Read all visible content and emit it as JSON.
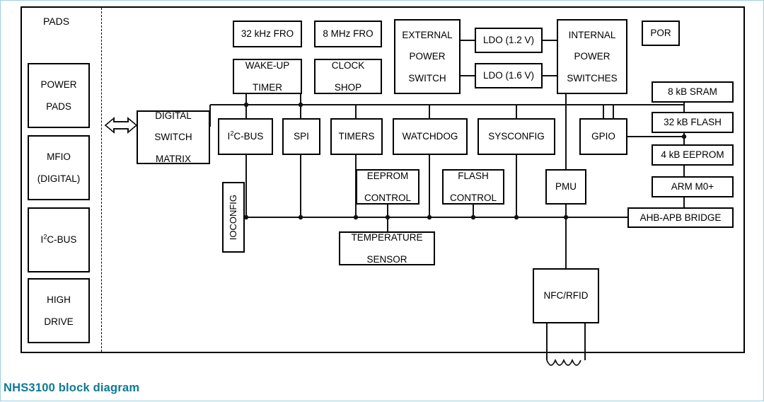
{
  "caption": "NHS3100 block diagram",
  "accent_color": "#0d7a96",
  "frame_color": "#000000",
  "page_border_color": "#9fd0dd",
  "sections": {
    "pads_label": "PADS"
  },
  "pads": [
    {
      "id": "power-pads",
      "lines": [
        "POWER",
        "PADS"
      ]
    },
    {
      "id": "mfio",
      "lines": [
        "MFIO",
        "(DIGITAL)"
      ]
    },
    {
      "id": "i2c-bus-pad",
      "lines": [
        "I²C-BUS"
      ],
      "html": "I<sup>2</sup>C-BUS"
    },
    {
      "id": "high-drive",
      "lines": [
        "HIGH",
        "DRIVE"
      ]
    }
  ],
  "core": {
    "digital_switch_matrix": {
      "lines": [
        "DIGITAL",
        "SWITCH",
        "MATRIX"
      ]
    },
    "clocks": [
      {
        "id": "fro-32khz",
        "label": "32 kHz FRO"
      },
      {
        "id": "fro-8mhz",
        "label": "8 MHz FRO"
      },
      {
        "id": "wakeup-timer",
        "lines": [
          "WAKE-UP",
          "TIMER"
        ]
      },
      {
        "id": "clock-shop",
        "lines": [
          "CLOCK",
          "SHOP"
        ]
      }
    ],
    "power": [
      {
        "id": "external-power-switch",
        "lines": [
          "EXTERNAL",
          "POWER",
          "SWITCH"
        ]
      },
      {
        "id": "ldo-1v2",
        "label": "LDO (1.2 V)"
      },
      {
        "id": "ldo-1v6",
        "label": "LDO (1.6 V)"
      },
      {
        "id": "internal-power-switches",
        "lines": [
          "INTERNAL",
          "POWER",
          "SWITCHES"
        ]
      },
      {
        "id": "por",
        "label": "POR"
      },
      {
        "id": "pmu",
        "label": "PMU"
      }
    ],
    "peripherals": [
      {
        "id": "i2c-bus",
        "label": "I2C-BUS",
        "html": "I<sup>2</sup>C-BUS"
      },
      {
        "id": "spi",
        "label": "SPI"
      },
      {
        "id": "timers",
        "label": "TIMERS"
      },
      {
        "id": "watchdog",
        "label": "WATCHDOG"
      },
      {
        "id": "sysconfig",
        "label": "SYSCONFIG"
      },
      {
        "id": "gpio",
        "label": "GPIO"
      },
      {
        "id": "ioconfig",
        "label": "IOCONFIG",
        "orientation": "vertical"
      }
    ],
    "controllers": [
      {
        "id": "eeprom-control",
        "lines": [
          "EEPROM",
          "CONTROL"
        ]
      },
      {
        "id": "flash-control",
        "lines": [
          "FLASH",
          "CONTROL"
        ]
      }
    ],
    "sensors": [
      {
        "id": "temperature-sensor",
        "lines": [
          "TEMPERATURE",
          "SENSOR"
        ]
      }
    ],
    "memories": [
      {
        "id": "sram-8kb",
        "label": "8 kB SRAM"
      },
      {
        "id": "flash-32kb",
        "label": "32 kB FLASH"
      },
      {
        "id": "eeprom-4kb",
        "label": "4 kB EEPROM"
      },
      {
        "id": "arm-m0plus",
        "label": "ARM M0+"
      },
      {
        "id": "ahb-apb-bridge",
        "label": "AHB-APB BRIDGE"
      }
    ],
    "radio": [
      {
        "id": "nfc-rfid",
        "label": "NFC/RFID"
      }
    ]
  }
}
